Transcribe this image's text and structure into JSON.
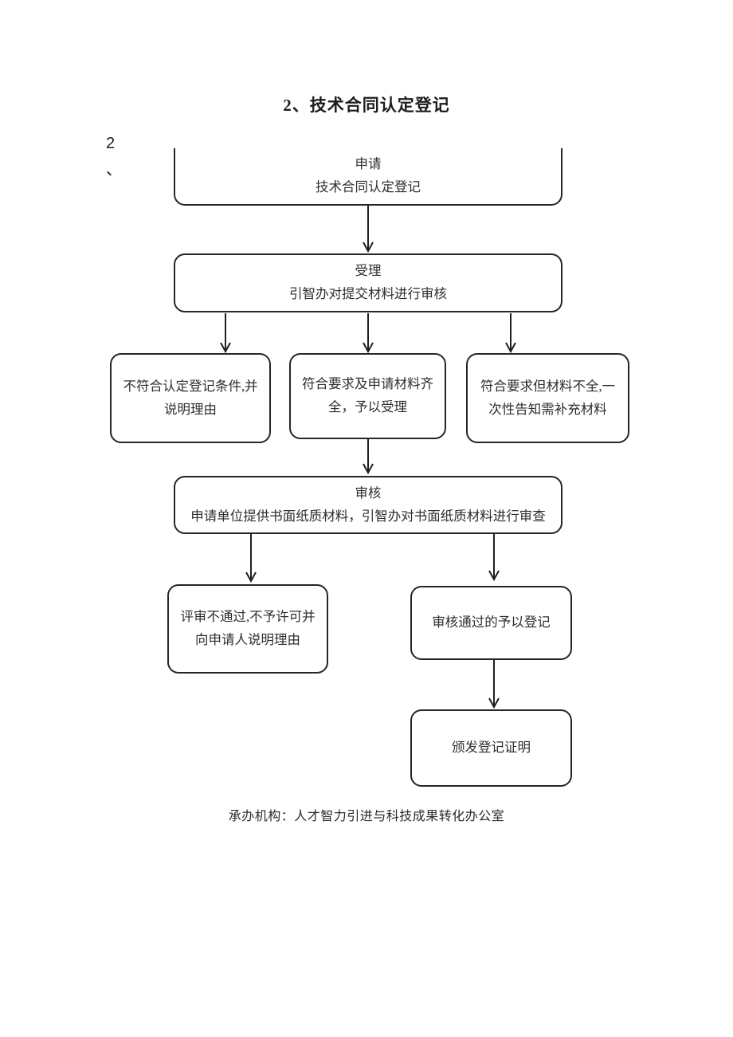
{
  "title": "2、技术合同认定登记",
  "margin_label": "2\n、",
  "flowchart": {
    "nodes": {
      "apply": {
        "text": "申请\n技术合同认定登记"
      },
      "accept": {
        "text": "受理\n引智办对提交材料进行审核"
      },
      "reject_conditions": {
        "text": "不符合认定登记条件,并\n说明理由"
      },
      "accepted": {
        "text": "符合要求及申请材料齐\n全，予以受理"
      },
      "supplement": {
        "text": "符合要求但材料不全,一\n次性告知需补充材料"
      },
      "review": {
        "text": "审核\n申请单位提供书面纸质材料，引智办对书面纸质材料进行审查"
      },
      "review_fail": {
        "text": "评审不通过,不予许可并\n向申请人说明理由"
      },
      "review_pass": {
        "text": "审核通过的予以登记"
      },
      "certificate": {
        "text": "颁发登记证明"
      }
    },
    "edges": [
      {
        "from": "apply",
        "to": "accept"
      },
      {
        "from": "accept",
        "to": "reject_conditions"
      },
      {
        "from": "accept",
        "to": "accepted"
      },
      {
        "from": "accept",
        "to": "supplement"
      },
      {
        "from": "accepted",
        "to": "review"
      },
      {
        "from": "review",
        "to": "review_fail"
      },
      {
        "from": "review",
        "to": "review_pass"
      },
      {
        "from": "review_pass",
        "to": "certificate"
      }
    ]
  },
  "footer": "承办机构：人才智力引进与科技成果转化办公室",
  "colors": {
    "background": "#ffffff",
    "line": "#1f1f1f",
    "text": "#2e2e2e"
  }
}
